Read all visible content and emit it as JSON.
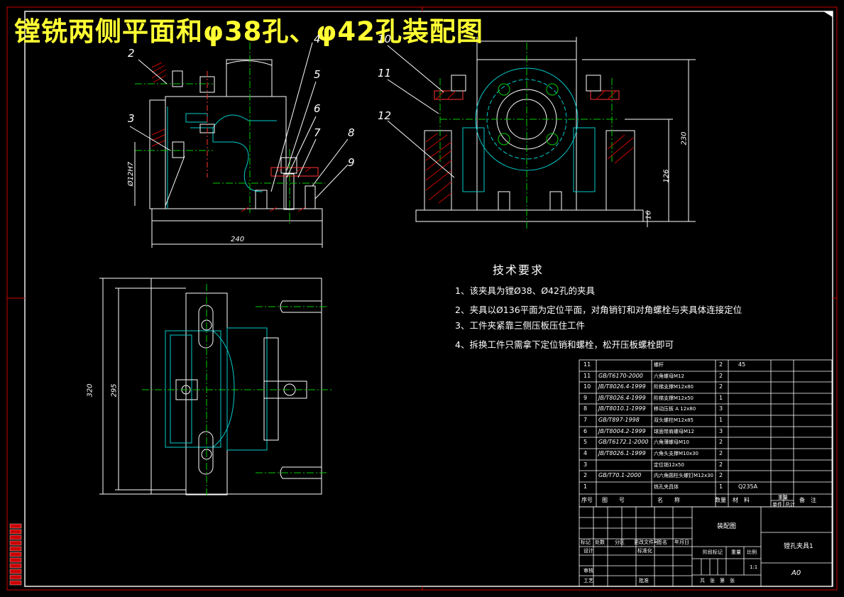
{
  "title": "镗铣两侧平面和φ38孔、φ42孔装配图",
  "technical_requirements": {
    "heading": "技术要求",
    "items": [
      "1、该夹具为镗Ø38、Ø42孔的夹具",
      "2、夹具以Ø136平面为定位平面，对角销钉和对角螺栓与夹具体连接定位",
      "3、工件夹紧靠三侧压板压住工件",
      "4、拆换工件只需拿下定位销和螺栓，松开压板螺栓即可"
    ]
  },
  "part_labels": [
    "2",
    "3",
    "4",
    "5",
    "6",
    "7",
    "8",
    "9",
    "10",
    "11",
    "12"
  ],
  "dimensions": {
    "front_width": "240",
    "bore_dia": "Ø12H7",
    "side_height": "230",
    "side_center": "126",
    "side_base": "16",
    "top_outer": "320",
    "top_inner": "295"
  },
  "bom": {
    "rows": [
      {
        "no": "11",
        "std": "",
        "name": "螺杆",
        "qty": "2",
        "mat": "45"
      },
      {
        "no": "11",
        "std": "GB/T6170-2000",
        "name": "六角螺母M12",
        "qty": "2",
        "mat": ""
      },
      {
        "no": "10",
        "std": "JB/T8026.4-1999",
        "name": "阶梯支撑M12x80",
        "qty": "2",
        "mat": ""
      },
      {
        "no": "9",
        "std": "JB/T8026.4-1999",
        "name": "阶梯支撑M12x50",
        "qty": "1",
        "mat": ""
      },
      {
        "no": "8",
        "std": "JB/T8010.1-1999",
        "name": "移动压板 A 12x80",
        "qty": "3",
        "mat": ""
      },
      {
        "no": "7",
        "std": "GB/T897-1998",
        "name": "双头螺柱M12x85",
        "qty": "1",
        "mat": ""
      },
      {
        "no": "6",
        "std": "JB/T8004.2-1999",
        "name": "球面带肩螺母M12",
        "qty": "3",
        "mat": ""
      },
      {
        "no": "5",
        "std": "GB/T6172.1-2000",
        "name": "六角薄螺母M10",
        "qty": "2",
        "mat": ""
      },
      {
        "no": "4",
        "std": "JB/T8026.1-1999",
        "name": "六角头支撑M10x30",
        "qty": "2",
        "mat": ""
      },
      {
        "no": "3",
        "std": "",
        "name": "定位销12x50",
        "qty": "2",
        "mat": ""
      },
      {
        "no": "2",
        "std": "GB/T70.1-2000",
        "name": "内六角圆柱头螺钉M12x30",
        "qty": "2",
        "mat": ""
      },
      {
        "no": "1",
        "std": "",
        "name": "铣孔夹具体",
        "qty": "1",
        "mat": "Q235A"
      }
    ],
    "header": {
      "no": "序号",
      "code": "图　　号",
      "name": "名　　称",
      "qty": "数量",
      "mat": "材　料",
      "single": "单件",
      "total": "总计",
      "weight": "重量",
      "note": "备　注"
    }
  },
  "title_block": {
    "drawing_name": "装配图",
    "part_name": "镗孔夹具1",
    "scale_label": "比例",
    "scale_value": "1:1",
    "sheet_size": "A0",
    "sheet_count": "共　张　第　张",
    "row_marks": [
      "标记",
      "处数",
      "分区",
      "更改文件号",
      "签名",
      "年月日"
    ],
    "roles": [
      "设计",
      "标准化",
      "审核",
      "工艺",
      "批准"
    ],
    "stage": "阶段标记",
    "weight": "重量",
    "ratio": "1:1"
  }
}
